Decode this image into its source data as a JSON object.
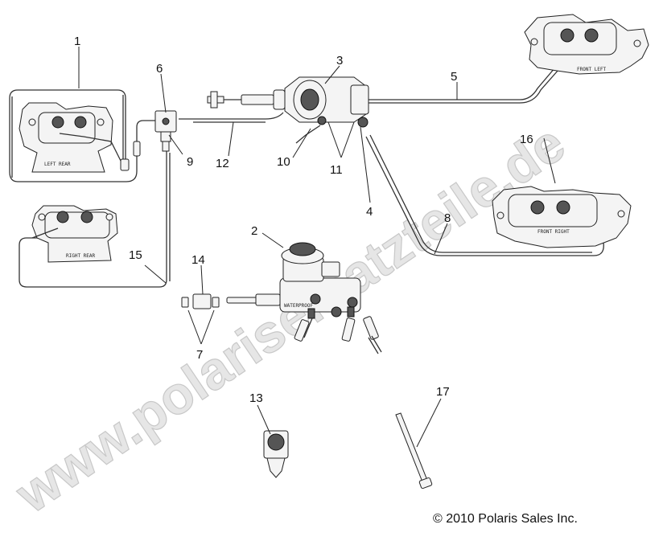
{
  "watermark": "www.polarisersatzteile.de",
  "copyright": "© 2010 Polaris Sales Inc.",
  "callouts": [
    "1",
    "2",
    "3",
    "4",
    "5",
    "6",
    "7",
    "8",
    "9",
    "10",
    "11",
    "12",
    "13",
    "14",
    "15",
    "16",
    "17"
  ],
  "caliper_labels": {
    "left_rear": "LEFT REAR",
    "right_rear": "RIGHT REAR",
    "front_left": "FRONT LEFT",
    "front_right": "FRONT RIGHT"
  },
  "master_cylinder_label": "WATERPROOF"
}
